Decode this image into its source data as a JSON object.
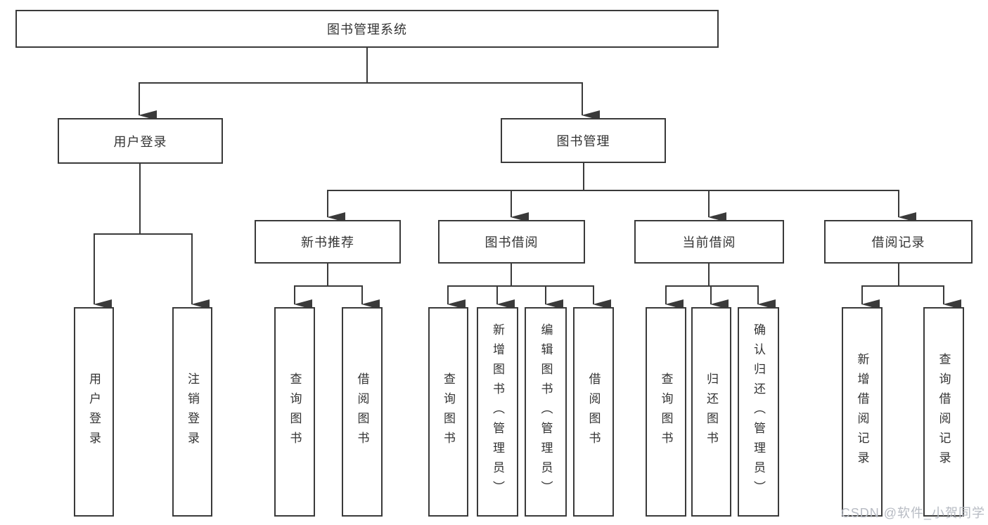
{
  "colors": {
    "line": "#3a3a3a",
    "text": "#333333",
    "watermark": "#b7bbc3"
  },
  "watermark": "CSDN @软件_小贺同学",
  "tree": {
    "root": {
      "label": "图书管理系统",
      "children": [
        {
          "label": "用户登录",
          "children": [
            {
              "label": "用户登录"
            },
            {
              "label": "注销登录"
            }
          ]
        },
        {
          "label": "图书管理",
          "children": [
            {
              "label": "新书推荐",
              "children": [
                {
                  "label": "查询图书"
                },
                {
                  "label": "借阅图书"
                }
              ]
            },
            {
              "label": "图书借阅",
              "children": [
                {
                  "label": "查询图书"
                },
                {
                  "label": "新增图书（管理员）"
                },
                {
                  "label": "编辑图书（管理员）"
                },
                {
                  "label": "借阅图书"
                }
              ]
            },
            {
              "label": "当前借阅",
              "children": [
                {
                  "label": "查询图书"
                },
                {
                  "label": "归还图书"
                },
                {
                  "label": "确认归还（管理员）"
                }
              ]
            },
            {
              "label": "借阅记录",
              "children": [
                {
                  "label": "新增借阅记录"
                },
                {
                  "label": "查询借阅记录"
                }
              ]
            }
          ]
        }
      ]
    }
  }
}
